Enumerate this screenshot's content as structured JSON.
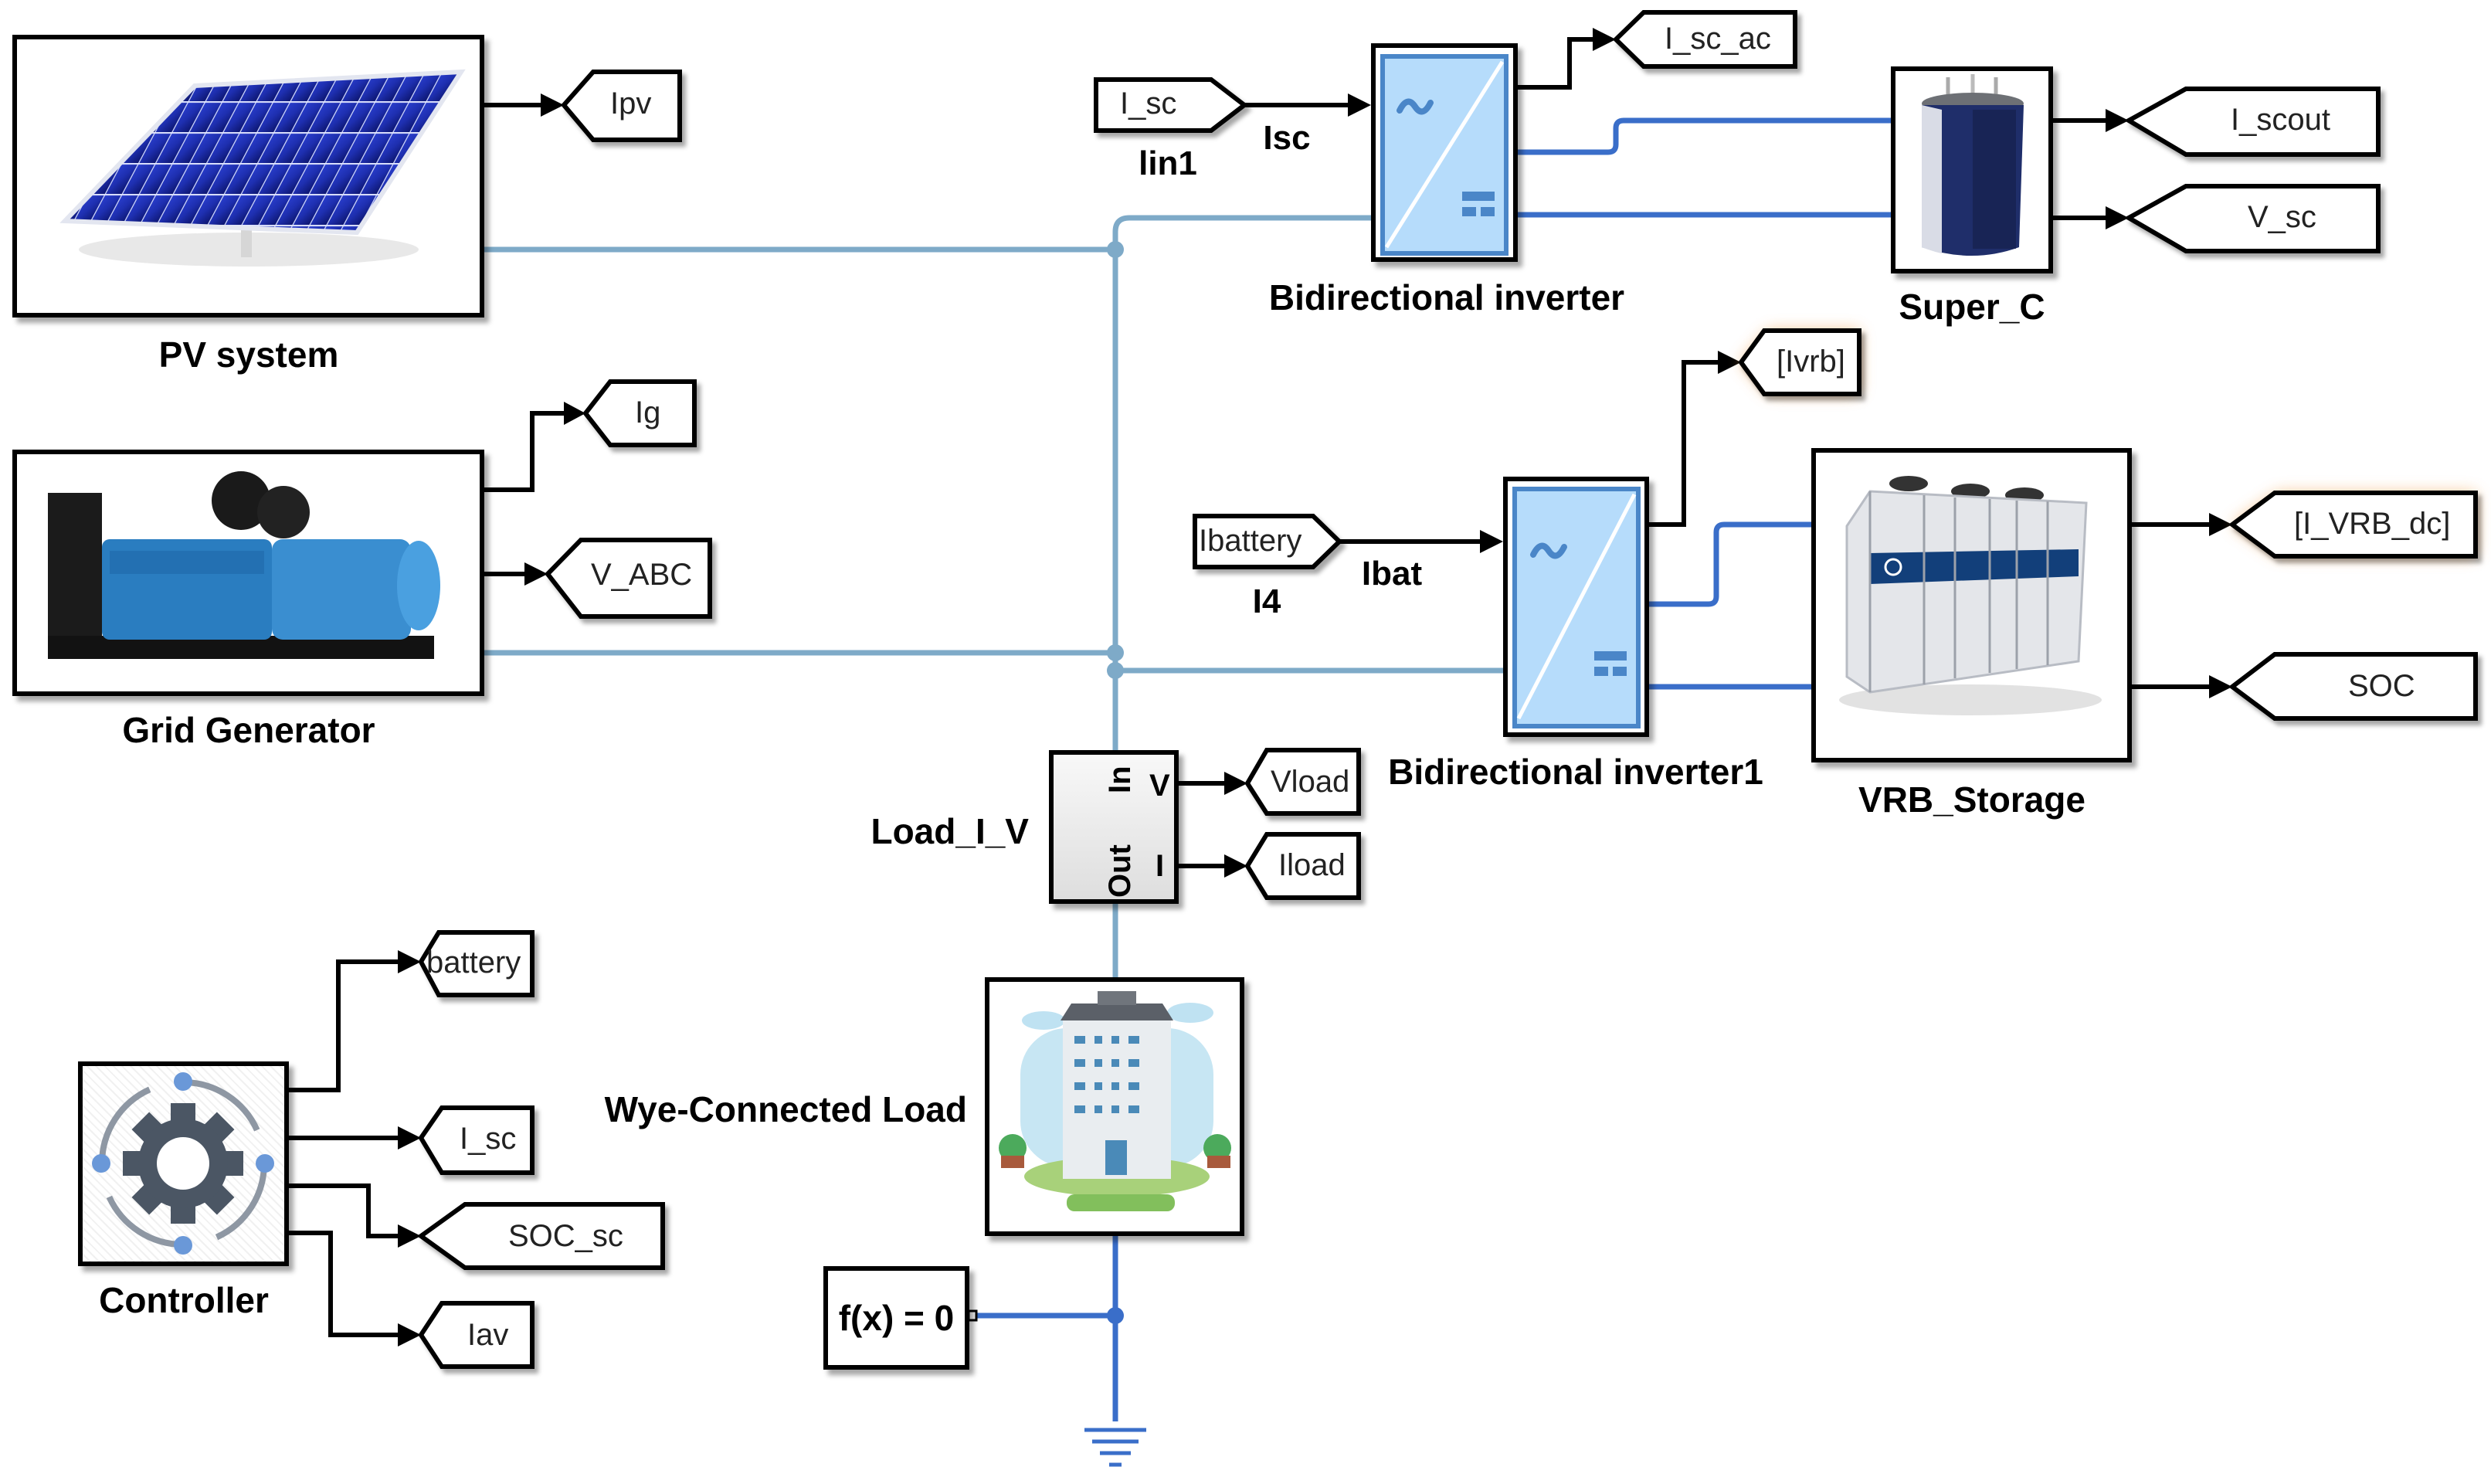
{
  "diagram": {
    "type": "simulink-model",
    "blocks": {
      "pv": {
        "label": "PV system",
        "icon": "solar-panel-image"
      },
      "grid": {
        "label": "Grid Generator",
        "icon": "diesel-generator-image"
      },
      "inverter_sc": {
        "label": "Bidirectional inverter",
        "icon": "ac-dc-converter-icon"
      },
      "super_c": {
        "label": "Super_C",
        "icon": "supercapacitor-image"
      },
      "inverter_vrb": {
        "label": "Bidirectional inverter1",
        "icon": "ac-dc-converter-icon"
      },
      "vrb": {
        "label": "VRB_Storage",
        "icon": "vrb-battery-cabinet-image"
      },
      "load_iv": {
        "label": "Load_I_V",
        "port_in": "In",
        "port_out": "Out",
        "port_v": "V",
        "port_i": "I"
      },
      "wye_load": {
        "label": "Wye-Connected Load",
        "icon": "building-image"
      },
      "solver": {
        "label": "f(x) = 0"
      },
      "controller": {
        "label": "Controller",
        "icon": "gear-cycle-icon"
      },
      "ground": {
        "icon": "ground-icon"
      }
    },
    "from_blocks": {
      "lin1": {
        "tag": "I_sc",
        "name": "lin1",
        "signal": "Isc"
      },
      "i4": {
        "tag": "Ibattery",
        "name": "I4",
        "signal": "Ibat"
      }
    },
    "goto_blocks": {
      "ipv": "Ipv",
      "ig": "Ig",
      "vabc": "V_ABC",
      "i_sc_ac": "I_sc_ac",
      "i_scout": "I_scout",
      "v_sc": "V_sc",
      "ivrb": "[Ivrb]",
      "i_vrb_dc": "[I_VRB_dc]",
      "soc": "SOC",
      "vload": "Vload",
      "iload": "Iload",
      "battery": "battery",
      "i_sc": "I_sc",
      "soc_sc": "SOC_sc",
      "iav": "Iav"
    },
    "colors": {
      "ac_line": "#7eaac8",
      "dc_line": "#3a6ec9",
      "signal_line": "#000000",
      "highlight_glow": "#f0a050",
      "inverter_fill": "#b6dcfb",
      "inverter_accent": "#4a86c8"
    }
  }
}
